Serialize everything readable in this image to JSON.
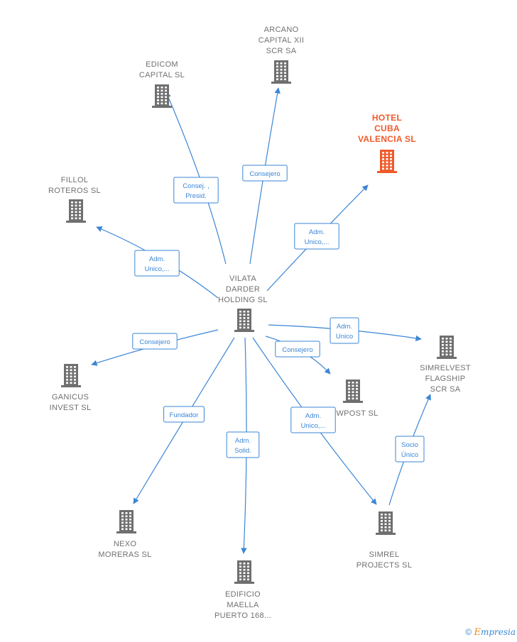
{
  "colors": {
    "accent": "#3b86d6",
    "node": "#6f6f6f",
    "focus": "#f05a2a"
  },
  "nodes": [
    {
      "id": "vilata",
      "lines": [
        "VILATA",
        "DARDER",
        "HOLDING SL"
      ],
      "focus": false,
      "icon": "building-icon"
    },
    {
      "id": "arcano",
      "lines": [
        "ARCANO",
        "CAPITAL XII",
        "SCR SA"
      ],
      "focus": false,
      "icon": "building-icon"
    },
    {
      "id": "edicom",
      "lines": [
        "EDICOM",
        "CAPITAL  SL"
      ],
      "focus": false,
      "icon": "building-icon"
    },
    {
      "id": "hotel",
      "lines": [
        "HOTEL",
        "CUBA",
        "VALENCIA  SL"
      ],
      "focus": true,
      "icon": "building-icon"
    },
    {
      "id": "fillol",
      "lines": [
        "FILLOL",
        "ROTEROS  SL"
      ],
      "focus": false,
      "icon": "building-icon"
    },
    {
      "id": "simrelvest",
      "lines": [
        "SIMRELVEST",
        "FLAGSHIP",
        "SCR SA"
      ],
      "focus": false,
      "icon": "building-icon"
    },
    {
      "id": "ganicus",
      "lines": [
        "GANICUS",
        "INVEST  SL"
      ],
      "focus": false,
      "icon": "building-icon"
    },
    {
      "id": "wpost",
      "lines": [
        "WPOST  SL"
      ],
      "focus": false,
      "icon": "building-icon"
    },
    {
      "id": "nexo",
      "lines": [
        "NEXO",
        "MORERAS  SL"
      ],
      "focus": false,
      "icon": "building-icon"
    },
    {
      "id": "simrel",
      "lines": [
        "SIMREL",
        "PROJECTS  SL"
      ],
      "focus": false,
      "icon": "building-icon"
    },
    {
      "id": "edificio",
      "lines": [
        "EDIFICIO",
        "MAELLA",
        "PUERTO 168..."
      ],
      "focus": false,
      "icon": "building-icon"
    }
  ],
  "edges": [
    {
      "from": "vilata",
      "to": "arcano",
      "label": [
        "Consejero"
      ]
    },
    {
      "from": "vilata",
      "to": "edicom",
      "label": [
        "Consej. ,",
        "Presid."
      ]
    },
    {
      "from": "vilata",
      "to": "hotel",
      "label": [
        "Adm.",
        "Unico,..."
      ]
    },
    {
      "from": "vilata",
      "to": "fillol",
      "label": [
        "Adm.",
        "Unico,..."
      ]
    },
    {
      "from": "vilata",
      "to": "simrelvest",
      "label": [
        "Adm.",
        "Unico"
      ]
    },
    {
      "from": "vilata",
      "to": "ganicus",
      "label": [
        "Consejero"
      ]
    },
    {
      "from": "vilata",
      "to": "wpost",
      "label": [
        "Consejero"
      ]
    },
    {
      "from": "vilata",
      "to": "nexo",
      "label": [
        "Fundador"
      ]
    },
    {
      "from": "vilata",
      "to": "edificio",
      "label": [
        "Adm.",
        "Solid."
      ]
    },
    {
      "from": "vilata",
      "to": "simrel",
      "label": [
        "Adm.",
        "Unico,..."
      ]
    },
    {
      "from": "simrel",
      "to": "simrelvest",
      "label": [
        "Socio",
        "Único"
      ]
    }
  ],
  "footer": {
    "copyright": "©",
    "brand_initial": "E",
    "brand_rest": "mpresia"
  }
}
